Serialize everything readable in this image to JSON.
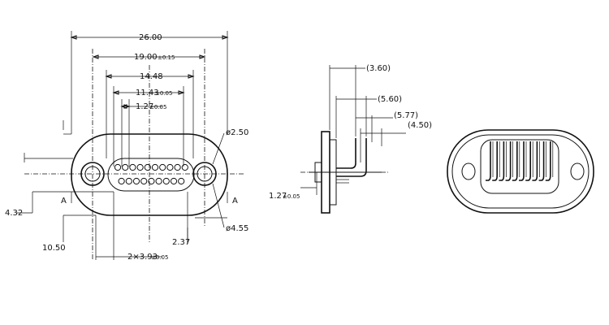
{
  "front_view": {
    "dims": {
      "overall_width": "26.00",
      "mount_hole_spacing": "19.00",
      "mount_hole_spacing_tol": "±0.15",
      "contact_span": "14.48",
      "row_span": "11.43",
      "row_span_tol": "±0.05",
      "pitch": "1.27",
      "pitch_tol": "±0.05",
      "hole_dia": "ø2.50",
      "outer_dia": "ø4.55",
      "height_left": "4.32",
      "height_total": "10.50",
      "pin_offset": "2×3.93",
      "pin_offset_tol": "±0.05",
      "edge_offset": "2.37"
    },
    "section_marker": "A",
    "top_row_pins": 10,
    "bottom_row_pins": 9
  },
  "side_view": {
    "dims": {
      "d1": "(3.60)",
      "d2": "(5.60)",
      "d3": "(5.77)",
      "d4": "(4.50)",
      "pitch": "1.27",
      "pitch_tol": "±0.05"
    }
  },
  "iso_view": {
    "pins": 10
  }
}
